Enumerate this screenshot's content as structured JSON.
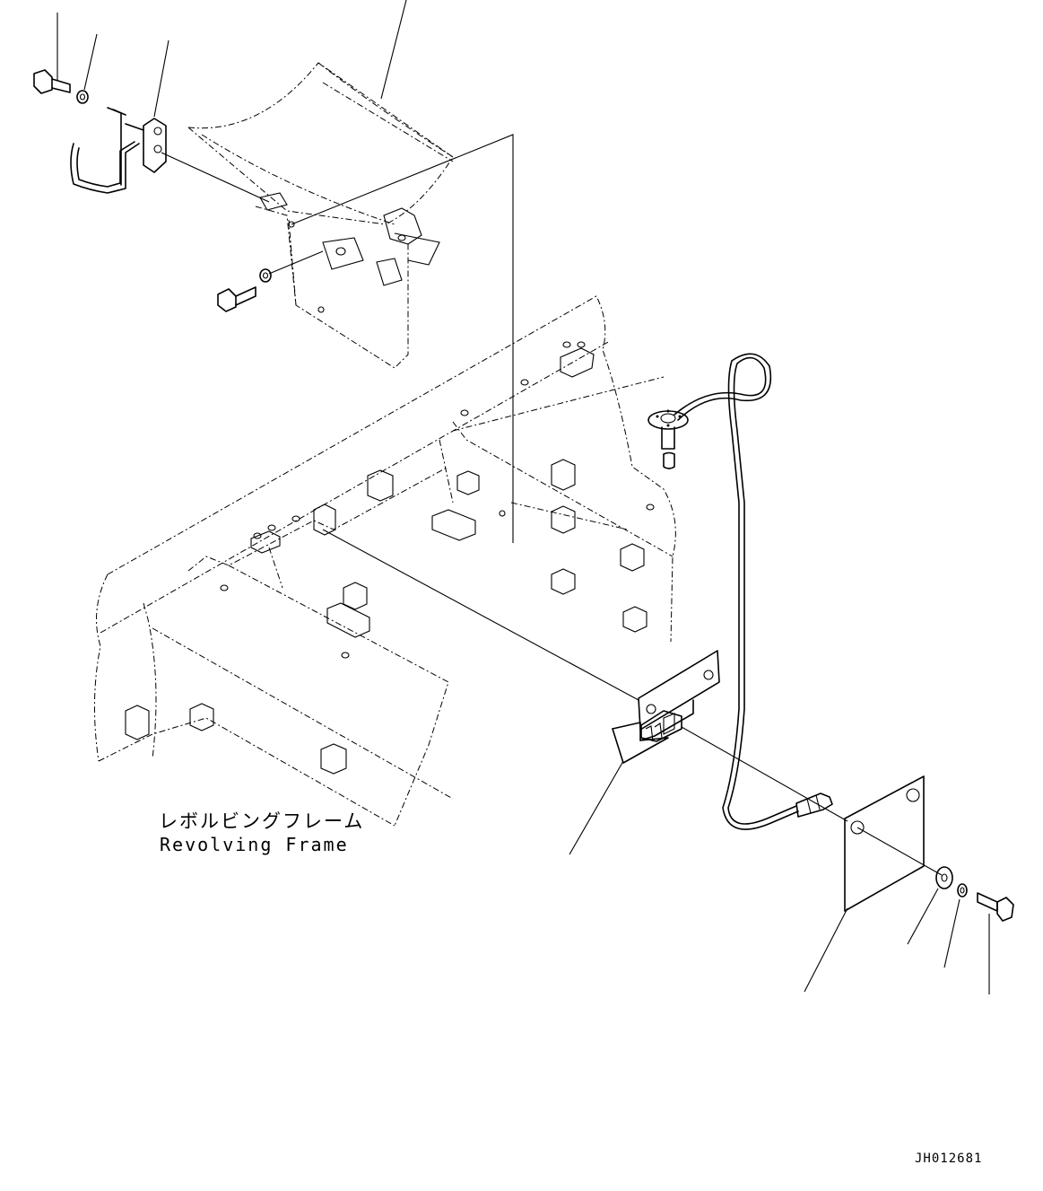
{
  "diagram": {
    "frame_label_jp": "レボルビングフレーム",
    "frame_label_en": "Revolving Frame",
    "drawing_code": "JH012681"
  },
  "colors": {
    "line": "#000000",
    "background": "#ffffff"
  }
}
